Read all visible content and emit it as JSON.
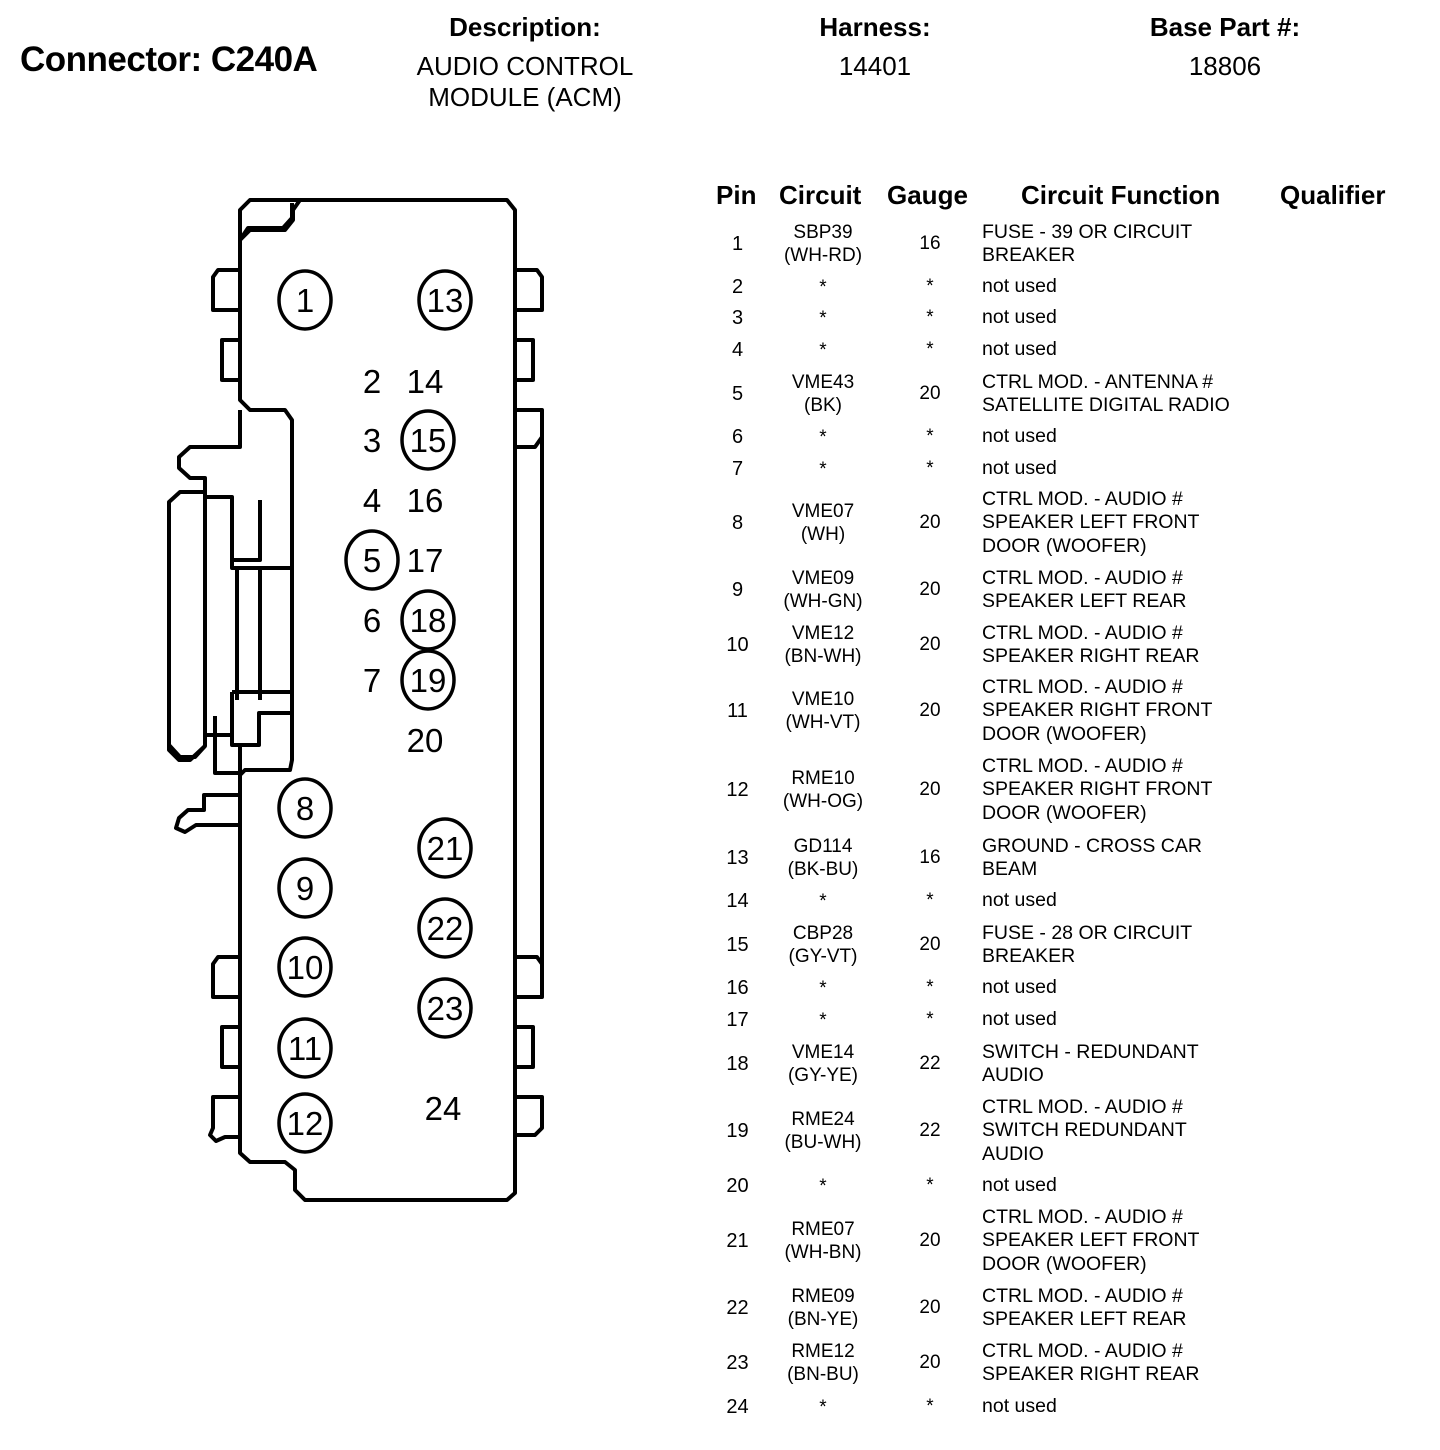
{
  "header": {
    "connector_label": "Connector: C240A",
    "description_label": "Description:",
    "description_value": "AUDIO CONTROL\nMODULE (ACM)",
    "harness_label": "Harness:",
    "harness_value": "14401",
    "base_part_label": "Base Part #:",
    "base_part_value": "18806"
  },
  "connector_diagram": {
    "pins": [
      {
        "num": "1",
        "circled": true
      },
      {
        "num": "2",
        "circled": false
      },
      {
        "num": "3",
        "circled": false
      },
      {
        "num": "4",
        "circled": false
      },
      {
        "num": "5",
        "circled": true
      },
      {
        "num": "6",
        "circled": false
      },
      {
        "num": "7",
        "circled": false
      },
      {
        "num": "8",
        "circled": true
      },
      {
        "num": "9",
        "circled": true
      },
      {
        "num": "10",
        "circled": true
      },
      {
        "num": "11",
        "circled": true
      },
      {
        "num": "12",
        "circled": true
      },
      {
        "num": "13",
        "circled": true
      },
      {
        "num": "14",
        "circled": false
      },
      {
        "num": "15",
        "circled": true
      },
      {
        "num": "16",
        "circled": false
      },
      {
        "num": "17",
        "circled": false
      },
      {
        "num": "18",
        "circled": true
      },
      {
        "num": "19",
        "circled": true
      },
      {
        "num": "20",
        "circled": false
      },
      {
        "num": "21",
        "circled": true
      },
      {
        "num": "22",
        "circled": true
      },
      {
        "num": "23",
        "circled": true
      },
      {
        "num": "24",
        "circled": false
      }
    ]
  },
  "table": {
    "columns": [
      "Pin",
      "Circuit",
      "Gauge",
      "Circuit Function",
      "Qualifier"
    ],
    "rows": [
      {
        "pin": "1",
        "circuit": "SBP39\n(WH-RD)",
        "gauge": "16",
        "function": "FUSE - 39 OR CIRCUIT\nBREAKER",
        "qualifier": ""
      },
      {
        "pin": "2",
        "circuit": "*",
        "gauge": "*",
        "function": "not used",
        "qualifier": ""
      },
      {
        "pin": "3",
        "circuit": "*",
        "gauge": "*",
        "function": "not used",
        "qualifier": ""
      },
      {
        "pin": "4",
        "circuit": "*",
        "gauge": "*",
        "function": "not used",
        "qualifier": ""
      },
      {
        "pin": "5",
        "circuit": "VME43\n(BK)",
        "gauge": "20",
        "function": "CTRL MOD. - ANTENNA #\nSATELLITE DIGITAL RADIO",
        "qualifier": ""
      },
      {
        "pin": "6",
        "circuit": "*",
        "gauge": "*",
        "function": "not used",
        "qualifier": ""
      },
      {
        "pin": "7",
        "circuit": "*",
        "gauge": "*",
        "function": "not used",
        "qualifier": ""
      },
      {
        "pin": "8",
        "circuit": "VME07\n(WH)",
        "gauge": "20",
        "function": "CTRL MOD. - AUDIO #\nSPEAKER LEFT FRONT\nDOOR (WOOFER)",
        "qualifier": ""
      },
      {
        "pin": "9",
        "circuit": "VME09\n(WH-GN)",
        "gauge": "20",
        "function": "CTRL MOD. - AUDIO #\nSPEAKER LEFT REAR",
        "qualifier": ""
      },
      {
        "pin": "10",
        "circuit": "VME12\n(BN-WH)",
        "gauge": "20",
        "function": "CTRL MOD. - AUDIO #\nSPEAKER RIGHT REAR",
        "qualifier": ""
      },
      {
        "pin": "11",
        "circuit": "VME10\n(WH-VT)",
        "gauge": "20",
        "function": "CTRL MOD. - AUDIO #\nSPEAKER RIGHT FRONT\nDOOR (WOOFER)",
        "qualifier": ""
      },
      {
        "pin": "12",
        "circuit": "RME10\n(WH-OG)",
        "gauge": "20",
        "function": "CTRL MOD. - AUDIO #\nSPEAKER RIGHT FRONT\nDOOR (WOOFER)",
        "qualifier": ""
      },
      {
        "pin": "13",
        "circuit": "GD114\n(BK-BU)",
        "gauge": "16",
        "function": "GROUND - CROSS CAR\nBEAM",
        "qualifier": ""
      },
      {
        "pin": "14",
        "circuit": "*",
        "gauge": "*",
        "function": "not used",
        "qualifier": ""
      },
      {
        "pin": "15",
        "circuit": "CBP28\n(GY-VT)",
        "gauge": "20",
        "function": "FUSE - 28 OR CIRCUIT\nBREAKER",
        "qualifier": ""
      },
      {
        "pin": "16",
        "circuit": "*",
        "gauge": "*",
        "function": "not used",
        "qualifier": ""
      },
      {
        "pin": "17",
        "circuit": "*",
        "gauge": "*",
        "function": "not used",
        "qualifier": ""
      },
      {
        "pin": "18",
        "circuit": "VME14\n(GY-YE)",
        "gauge": "22",
        "function": "SWITCH - REDUNDANT\nAUDIO",
        "qualifier": ""
      },
      {
        "pin": "19",
        "circuit": "RME24\n(BU-WH)",
        "gauge": "22",
        "function": "CTRL MOD. - AUDIO #\nSWITCH REDUNDANT\nAUDIO",
        "qualifier": ""
      },
      {
        "pin": "20",
        "circuit": "*",
        "gauge": "*",
        "function": "not used",
        "qualifier": ""
      },
      {
        "pin": "21",
        "circuit": "RME07\n(WH-BN)",
        "gauge": "20",
        "function": "CTRL MOD. - AUDIO #\nSPEAKER LEFT FRONT\nDOOR (WOOFER)",
        "qualifier": ""
      },
      {
        "pin": "22",
        "circuit": "RME09\n(BN-YE)",
        "gauge": "20",
        "function": "CTRL MOD. - AUDIO #\nSPEAKER LEFT REAR",
        "qualifier": ""
      },
      {
        "pin": "23",
        "circuit": "RME12\n(BN-BU)",
        "gauge": "20",
        "function": "CTRL MOD. - AUDIO #\nSPEAKER RIGHT REAR",
        "qualifier": ""
      },
      {
        "pin": "24",
        "circuit": "*",
        "gauge": "*",
        "function": "not used",
        "qualifier": ""
      }
    ]
  }
}
